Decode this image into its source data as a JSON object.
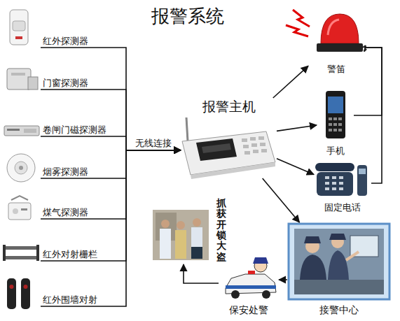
{
  "diagram": {
    "title": "报警系统",
    "nodes": [
      {
        "text": [
          "红外探测器"
        ]
      },
      {
        "text": [
          "门窗探测器"
        ]
      },
      {
        "text": [
          "卷闸门磁探测器"
        ]
      },
      {
        "text": [
          "烟雾探测器"
        ]
      },
      {
        "text": [
          "煤气探测器"
        ]
      },
      {
        "text": [
          "红外对射栅栏"
        ]
      },
      {
        "text": [
          "红外围墙对射"
        ]
      },
      {
        "text": [
          "报警主机"
        ]
      },
      {
        "text": [
          "警笛"
        ]
      },
      {
        "text": [
          "手机"
        ]
      },
      {
        "text": [
          "固定电话"
        ]
      },
      {
        "text": [
          "接警中心"
        ]
      },
      {
        "text": [
          "保安处警"
        ]
      },
      {
        "text": [
          "抓获开锁大盗"
        ]
      }
    ],
    "edges": [
      {
        "from": 0,
        "to": 7,
        "arrow": "to"
      },
      {
        "from": 1,
        "to": 7,
        "arrow": "to"
      },
      {
        "from": 2,
        "to": 7,
        "label": "无线连接",
        "arrow": "to"
      },
      {
        "from": 3,
        "to": 7,
        "arrow": "to"
      },
      {
        "from": 4,
        "to": 7,
        "arrow": "to"
      },
      {
        "from": 5,
        "to": 7,
        "arrow": "to"
      },
      {
        "from": 6,
        "to": 7,
        "arrow": "to"
      },
      {
        "from": 7,
        "to": 8,
        "arrow": "to"
      },
      {
        "from": 7,
        "to": 9,
        "arrow": "to"
      },
      {
        "from": 7,
        "to": 10,
        "arrow": "to"
      },
      {
        "from": 7,
        "to": 11,
        "arrow": "to"
      },
      {
        "from": 11,
        "to": 12,
        "arrow": "to"
      },
      {
        "from": 12,
        "to": 13,
        "arrow": "to"
      },
      {
        "from": 8,
        "to": 9,
        "arrow": "none"
      },
      {
        "from": 8,
        "to": 10,
        "arrow": "none"
      }
    ]
  }
}
